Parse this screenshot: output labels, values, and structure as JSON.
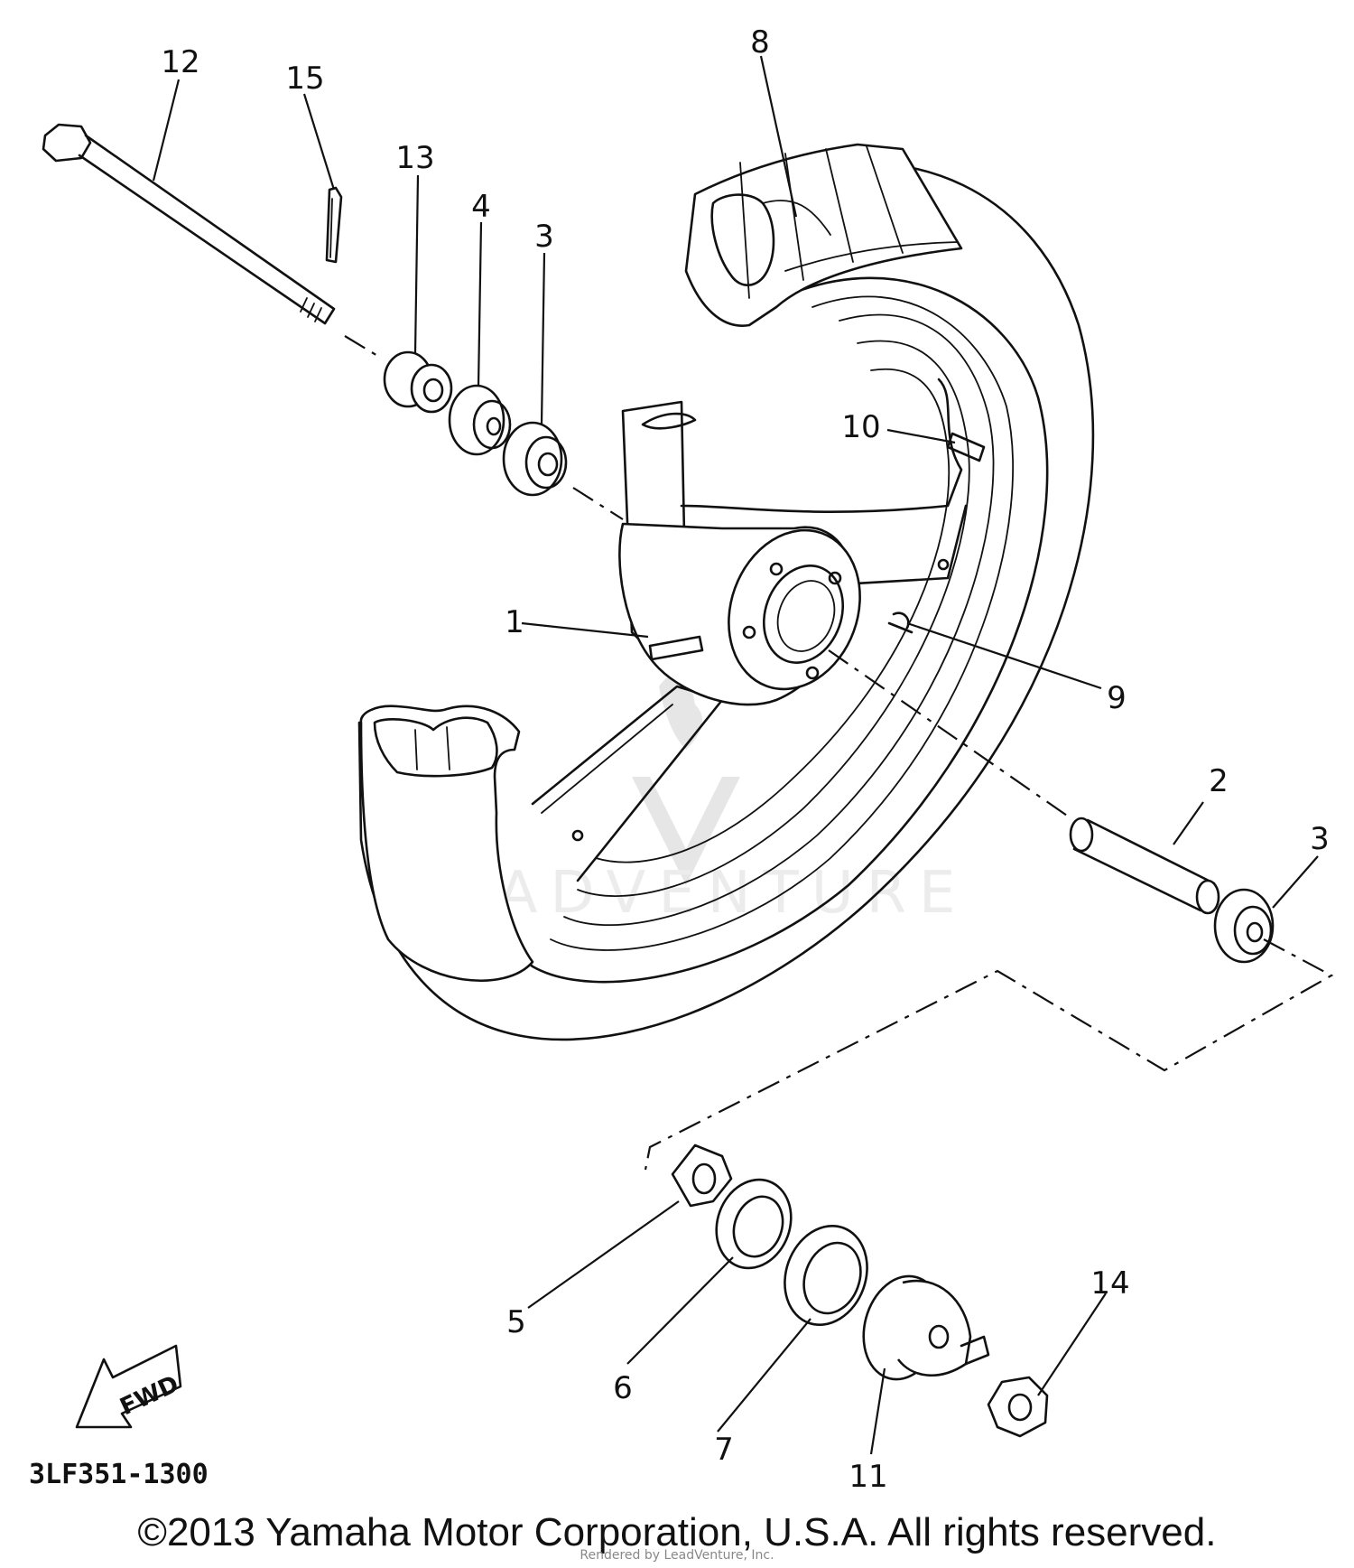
{
  "diagram_code": "3LF351-1300",
  "fwd_label": "FWD",
  "copyright": "©2013 Yamaha Motor Corporation, U.S.A. All rights reserved.",
  "rendered_by": "Rendered by LeadVenture, Inc.",
  "watermark": "LEADVENTURE",
  "callouts": {
    "c1": "1",
    "c2": "2",
    "c3a": "3",
    "c3b": "3",
    "c4": "4",
    "c5": "5",
    "c6": "6",
    "c7": "7",
    "c8": "8",
    "c9": "9",
    "c10": "10",
    "c11": "11",
    "c12": "12",
    "c13": "13",
    "c14": "14",
    "c15": "15"
  }
}
